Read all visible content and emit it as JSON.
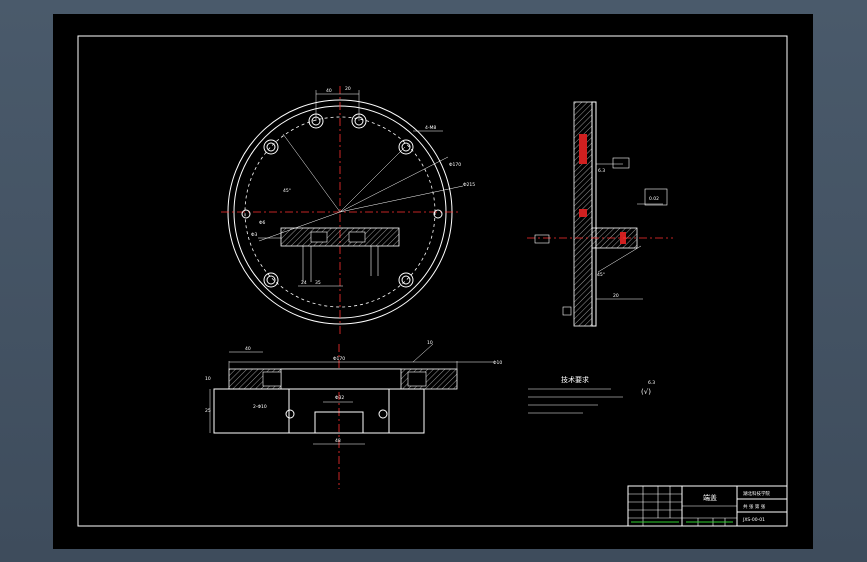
{
  "drawing": {
    "tech_req_title": "技术要求",
    "roughness_note": "(√)",
    "roughness_val": "6.3"
  },
  "title_block": {
    "part_name": "端盖",
    "school": "湖北科技学院",
    "scale": "共 张 第 张",
    "drawing_no": "JXS-00-01"
  },
  "colors": {
    "background": "#000000",
    "line": "#ffffff",
    "centerline": "#ff3030",
    "frame_outer": "#3e4c5c"
  }
}
